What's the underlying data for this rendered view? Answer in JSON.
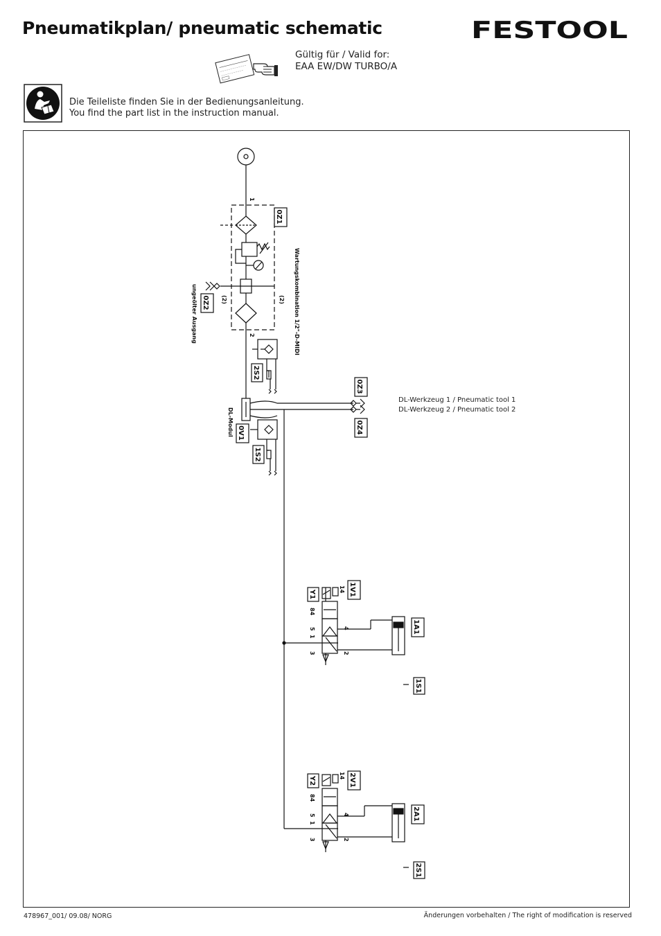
{
  "header": {
    "title": "Pneumatikplan/ pneumatic schematic",
    "brand": "FESTOOL",
    "valid_line1": "Gültig für / Valid for:",
    "valid_line2": "EAA EW/DW TURBO/A"
  },
  "manual_note": {
    "line_de": "Die Teileliste finden Sie in der Bedienungsanleitung.",
    "line_en": "You find the part list in the instruction manual."
  },
  "schematic": {
    "maintenance_unit": "Wartungskombination 1/2\"-D-MIDI",
    "unoiled_output": "ungeölter Ausgang",
    "dl_module": "DL-Modul",
    "tool1": "DL-Werkzeug 1 / Pneumatic tool 1",
    "tool2": "DL-Werkzeug 2 / Pneumatic tool 2",
    "components": {
      "0Z1": "0Z1",
      "0Z2": "0Z2",
      "0Z3": "0Z3",
      "0Z4": "0Z4",
      "2S2": "2S2",
      "1S2": "1S2",
      "0V1": "0V1",
      "Y1": "Y1",
      "1V1": "1V1",
      "1A1": "1A1",
      "1S1": "1S1",
      "Y2": "Y2",
      "2V1": "2V1",
      "2A1": "2A1",
      "2S1": "2S1"
    },
    "ports": {
      "p1": "1",
      "p2": "2",
      "p2b": "(2)",
      "p3": "3",
      "p4": "4",
      "p5": "5",
      "p14": "14",
      "p84": "84"
    }
  },
  "footer": {
    "doc_number": "478967_001/ 09.08/ NORG",
    "rights": "Änderungen vorbehalten / The right of modification is reserved"
  }
}
